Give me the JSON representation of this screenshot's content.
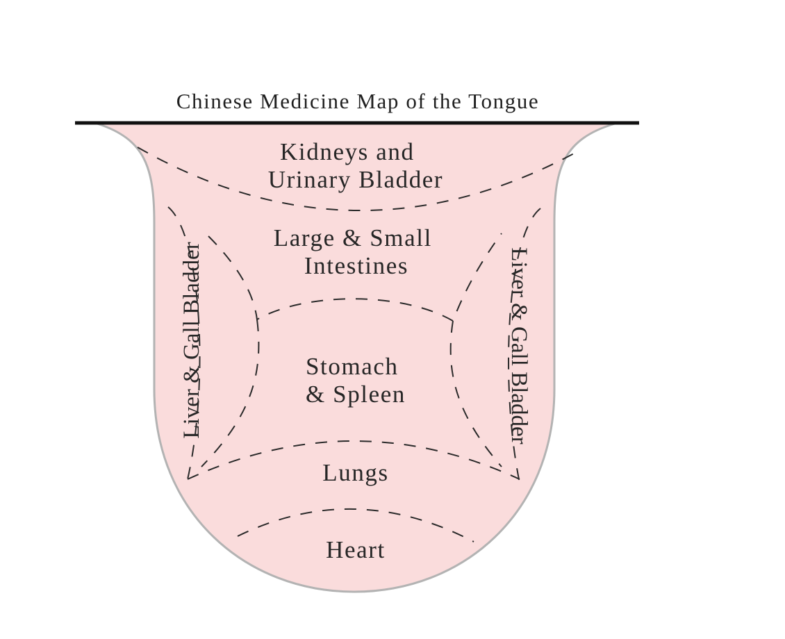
{
  "title": "Chinese Medicine Map of the Tongue",
  "regions": {
    "kidneys": {
      "line1": "Kidneys and",
      "line2": "Urinary Bladder"
    },
    "intestines": {
      "line1": "Large & Small",
      "line2": "Intestines"
    },
    "stomach": {
      "line1": "Stomach",
      "line2": "& Spleen"
    },
    "lungs": {
      "label": "Lungs"
    },
    "heart": {
      "label": "Heart"
    },
    "liver_left": {
      "label": "Liver & Gall Bladder"
    },
    "liver_right": {
      "label": "Liver & Gall Bladder"
    }
  },
  "colors": {
    "tongue_fill": "#fadcdc",
    "tongue_outline": "#b3b3b3",
    "title_bar": "#111111"
  }
}
